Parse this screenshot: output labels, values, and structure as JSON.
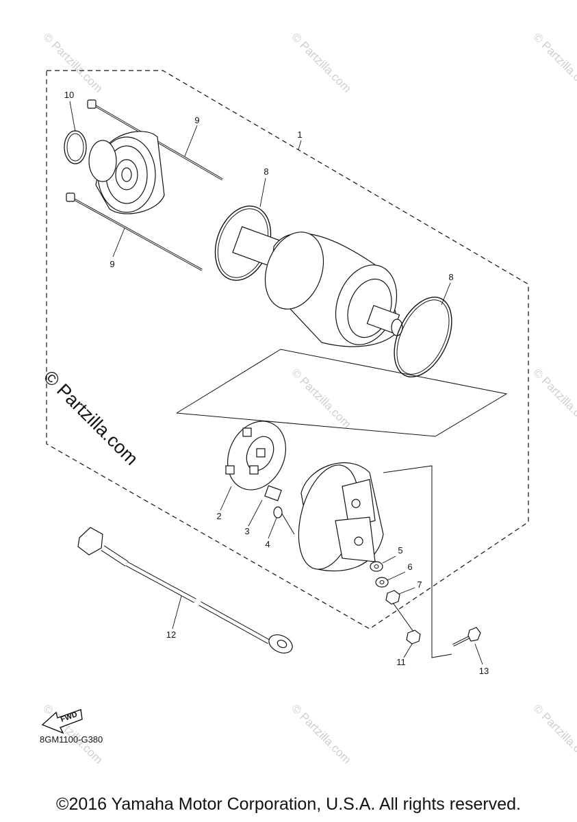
{
  "watermarks": {
    "main": "© Partzilla.com",
    "small": "© Partzilla.com"
  },
  "callouts": [
    "1",
    "2",
    "3",
    "4",
    "5",
    "6",
    "7",
    "8",
    "8",
    "9",
    "9",
    "10",
    "11",
    "12",
    "13"
  ],
  "fwd_label": "FWD",
  "diagram_code": "8GM1100-G380",
  "copyright": "©2016 Yamaha Motor Corporation, U.S.A. All rights reserved.",
  "colors": {
    "line": "#111111",
    "watermark": "#cfcfcf"
  }
}
